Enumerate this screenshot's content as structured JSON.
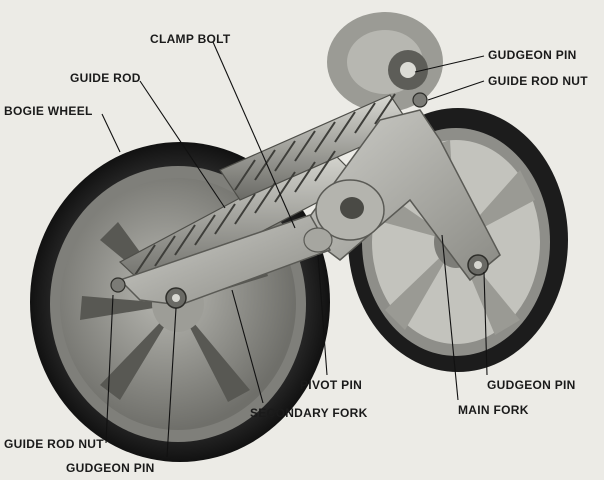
{
  "labels": {
    "clamp_bolt": "CLAMP BOLT",
    "guide_rod": "GUIDE ROD",
    "bogie_wheel": "BOGIE WHEEL",
    "gudgeon_pin_top": "GUDGEON PIN",
    "guide_rod_nut_top": "GUIDE ROD NUT",
    "pivot_pin": "PIVOT PIN",
    "secondary_fork": "SECONDARY FORK",
    "gudgeon_pin_right": "GUDGEON PIN",
    "main_fork": "MAIN FORK",
    "guide_rod_nut_bottom": "GUIDE ROD NUT",
    "gudgeon_pin_bottom": "GUDGEON PIN"
  }
}
